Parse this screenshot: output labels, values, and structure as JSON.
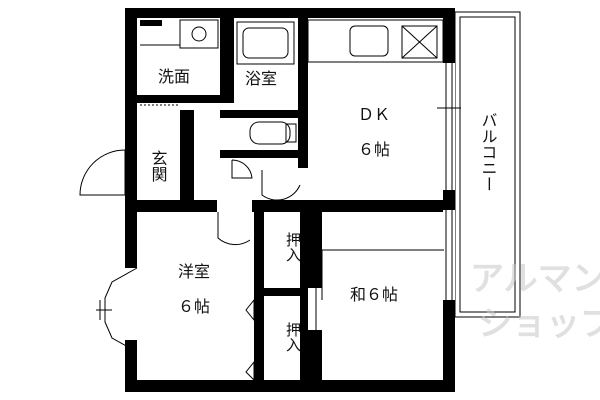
{
  "rooms": {
    "washroom": "洗面",
    "bathroom": "浴室",
    "dk_name": "ＤＫ",
    "dk_size": "６帖",
    "entrance": "玄関",
    "western_name": "洋室",
    "western_size": "６帖",
    "closet_upper": "押入",
    "closet_lower": "押入",
    "japanese": "和６帖",
    "balcony": "バルコニー"
  },
  "watermark": {
    "top": "アルマンWL",
    "bottom": "ショップ"
  },
  "colors": {
    "wall": "#000000",
    "background": "#ffffff",
    "watermark": "#c8c8c8"
  }
}
